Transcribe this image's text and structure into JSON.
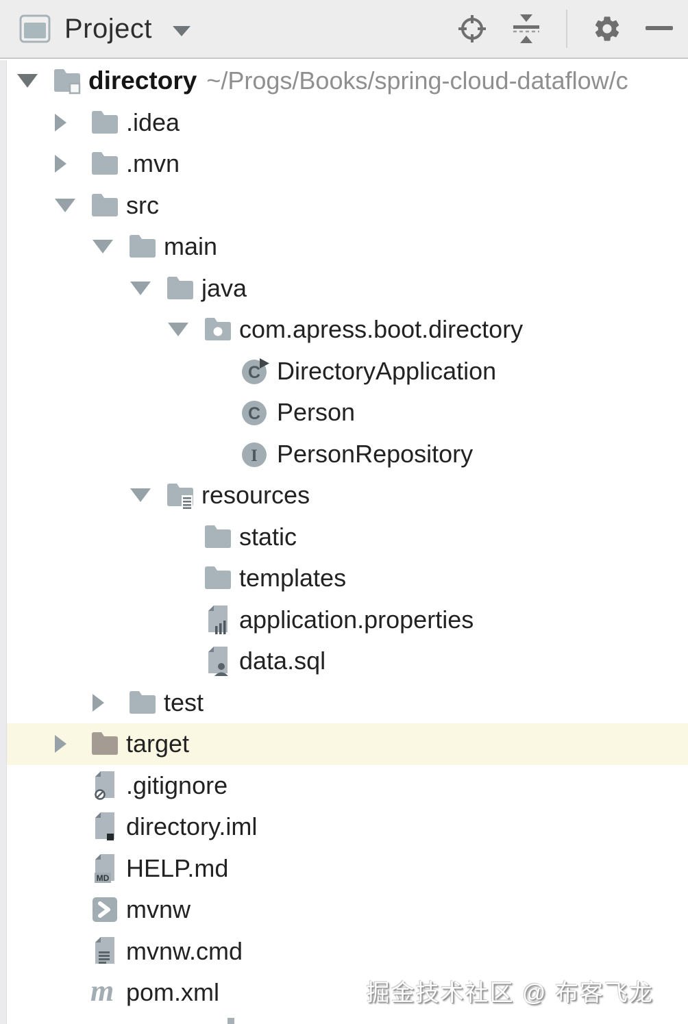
{
  "header": {
    "title": "Project",
    "icons": {
      "toolwindow": "project-window",
      "locate": "crosshair-circle",
      "collapse_all": "arrows-to-line",
      "settings": "gear",
      "hide": "minimize-dash",
      "view_caret": "triangle-down"
    }
  },
  "glyphs": {
    "class_letter": "C",
    "interface_letter": "I",
    "markdown_badge": "MD",
    "maven_letter": "m"
  },
  "colors": {
    "folder": "#A9B3BA",
    "excluded_folder": "#A49C93",
    "icon_gray": "#A2ACB3",
    "icon_dark": "#4E585F",
    "file_fill": "#AEB7BD",
    "file_fold": "#79828A",
    "badge_dark": "#59636A",
    "run_arrow": "#3E4648",
    "highlight_row": "#FAF8E3",
    "header_bg": "#EDEDEE",
    "tree_text": "#222222",
    "path_text": "#8F8F8F",
    "arrow": "#96A1A8"
  },
  "tree": {
    "rows": [
      {
        "label": "directory",
        "suffix": "~/Progs/Books/spring-cloud-dataflow/c",
        "type": "project-folder",
        "level": 0,
        "arrow": "down",
        "bold": true,
        "root": true
      },
      {
        "label": ".idea",
        "type": "folder",
        "level": 1,
        "arrow": "right"
      },
      {
        "label": ".mvn",
        "type": "folder",
        "level": 1,
        "arrow": "right"
      },
      {
        "label": "src",
        "type": "folder",
        "level": 1,
        "arrow": "down"
      },
      {
        "label": "main",
        "type": "folder",
        "level": 2,
        "arrow": "down"
      },
      {
        "label": "java",
        "type": "folder",
        "level": 3,
        "arrow": "down"
      },
      {
        "label": "com.apress.boot.directory",
        "type": "package",
        "level": 4,
        "arrow": "down"
      },
      {
        "label": "DirectoryApplication",
        "type": "class-run",
        "level": 5
      },
      {
        "label": "Person",
        "type": "class",
        "level": 5
      },
      {
        "label": "PersonRepository",
        "type": "interface",
        "level": 5
      },
      {
        "label": "resources",
        "type": "resources-folder",
        "level": 3,
        "arrow": "down"
      },
      {
        "label": "static",
        "type": "folder",
        "level": 4
      },
      {
        "label": "templates",
        "type": "folder",
        "level": 4
      },
      {
        "label": "application.properties",
        "type": "properties-file",
        "level": 4
      },
      {
        "label": "data.sql",
        "type": "sql-file",
        "level": 4
      },
      {
        "label": "test",
        "type": "folder",
        "level": 2,
        "arrow": "right"
      },
      {
        "label": "target",
        "type": "excluded-folder",
        "level": 1,
        "arrow": "right",
        "highlighted": true
      },
      {
        "label": ".gitignore",
        "type": "ignored-file",
        "level": 1
      },
      {
        "label": "directory.iml",
        "type": "iml-file",
        "level": 1
      },
      {
        "label": "HELP.md",
        "type": "md-file",
        "level": 1
      },
      {
        "label": "mvnw",
        "type": "shell-file",
        "level": 1
      },
      {
        "label": "mvnw.cmd",
        "type": "text-file",
        "level": 1
      },
      {
        "label": "pom.xml",
        "type": "maven-file",
        "level": 1
      }
    ]
  },
  "watermark": "掘金技术社区 @ 布客飞龙"
}
